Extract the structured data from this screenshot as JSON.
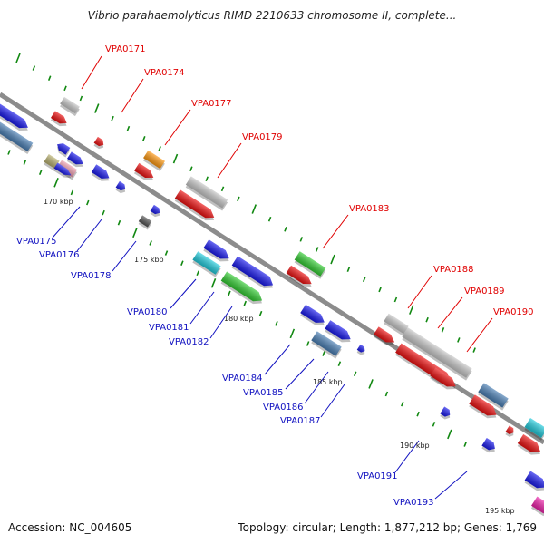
{
  "title": "Vibrio parahaemolyticus RIMD 2210633 chromosome II, complete...",
  "footer": {
    "accession": "Accession: NC_004605",
    "topology": "Topology: circular; Length: 1,877,212 bp; Genes: 1,769"
  },
  "colors": {
    "label_top": "#e00000",
    "label_bottom": "#1010c0",
    "backbone": "#888888",
    "ticks": "#118811"
  },
  "scale_labels": [
    "170 kbp",
    "175 kbp",
    "180 kbp",
    "185 kbp",
    "190 kbp",
    "195 kbp"
  ],
  "gene_labels_top": [
    "VPA0171",
    "VPA0174",
    "VPA0177",
    "VPA0179",
    "VPA0183",
    "VPA0188",
    "VPA0189",
    "VPA0190"
  ],
  "gene_labels_bottom": [
    "VPA0175",
    "VPA0176",
    "VPA0178",
    "VPA0180",
    "VPA0181",
    "VPA0182",
    "VPA0184",
    "VPA0185",
    "VPA0186",
    "VPA0187",
    "VPA0191",
    "VPA0193"
  ]
}
